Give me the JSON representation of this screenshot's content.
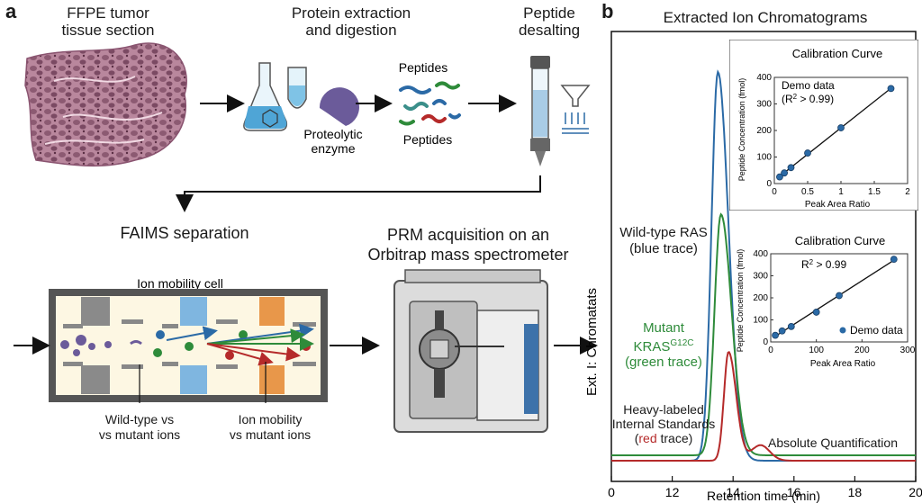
{
  "panel_a": {
    "letter": "a",
    "ffpe": [
      "FFPE tumor",
      "tissue section"
    ],
    "extraction": [
      "Protein extraction",
      "and digestion"
    ],
    "desalting": [
      "Peptide",
      "desalting"
    ],
    "peptides_top": "Peptides",
    "peptides_bottom": "Peptides",
    "enzyme": [
      "Proteolytic",
      "enzyme"
    ],
    "faims_title": "FAIMS separation",
    "ion_cell": "Ion mobility cell",
    "faims_label_left": [
      "Wild-type vs",
      "vs mutant ions"
    ],
    "faims_label_right": [
      "Ion mobility",
      "vs mutant ions"
    ],
    "prm_title": [
      "PRM acquisition on an",
      "Orbitrap mass spectrometer"
    ]
  },
  "panel_b": {
    "letter": "b",
    "title": "Extracted Ion Chromatograms",
    "ylabel": "Ext. I: Chromatats",
    "wild_type": [
      "Wild-type RAS",
      "(blue trace)"
    ],
    "mutant": [
      "Mutant",
      "KRAS",
      "G12C",
      "(green trace)"
    ],
    "heavy": [
      "Heavy-labeled",
      "Internal Standards",
      "red",
      " trace)",
      "("
    ],
    "absolute": "Absolute Quantification",
    "colors": {
      "blue": "#2b6aa6",
      "green": "#2e8b3a",
      "red": "#b52a2a"
    }
  },
  "chart_data": [
    {
      "type": "line",
      "title": "Extracted Ion Chromatograms",
      "xlabel": "Retention time (min)",
      "ylabel": "Ext. I: Chromatats",
      "xlim": [
        10,
        20
      ],
      "x_ticks": [
        "0",
        "12",
        "14",
        "16",
        "18",
        "20"
      ],
      "series": [
        {
          "name": "Wild-type RAS",
          "color": "#2b6aa6",
          "peak_x": 13.5,
          "peak_height": 1.0,
          "width": 0.35
        },
        {
          "name": "Mutant KRAS G12C",
          "color": "#2e8b3a",
          "peak_x": 13.6,
          "peak_height": 0.62,
          "width": 0.35
        },
        {
          "name": "Heavy-labeled Internal Standards",
          "color": "#b52a2a",
          "peak_x": 13.85,
          "peak_height": 0.28,
          "width": 0.25,
          "secondary_x": 14.9,
          "secondary_height": 0.04
        }
      ]
    },
    {
      "type": "scatter",
      "title": "Calibration Curve",
      "xlabel": "Peak Area Ratio",
      "ylabel": "Peptide Concentration (fmol)",
      "xlim": [
        0,
        2
      ],
      "ylim": [
        0,
        400
      ],
      "x_ticks": [
        "0",
        "0.5",
        "1",
        "1.5",
        "2"
      ],
      "y_ticks": [
        "0",
        "100",
        "200",
        "300",
        "400"
      ],
      "annotation": [
        "Demo data",
        "(R",
        "2",
        " > 0.99)"
      ],
      "x": [
        0.08,
        0.15,
        0.25,
        0.5,
        1.0,
        1.75
      ],
      "y": [
        25,
        40,
        60,
        115,
        210,
        358
      ]
    },
    {
      "type": "scatter",
      "title": "Calibration Curve",
      "xlabel": "Peak Area Ratio",
      "ylabel": "Peptide Concentration (fmol)",
      "xlim": [
        0,
        300
      ],
      "ylim": [
        0,
        400
      ],
      "x_ticks": [
        "0",
        "100",
        "200",
        "300"
      ],
      "y_ticks": [
        "0",
        "100",
        "200",
        "300",
        "400"
      ],
      "annotation": [
        "R",
        "2",
        " > 0.99"
      ],
      "legend": "Demo data",
      "x": [
        10,
        25,
        45,
        100,
        150,
        270
      ],
      "y": [
        30,
        50,
        70,
        135,
        210,
        375
      ]
    }
  ]
}
